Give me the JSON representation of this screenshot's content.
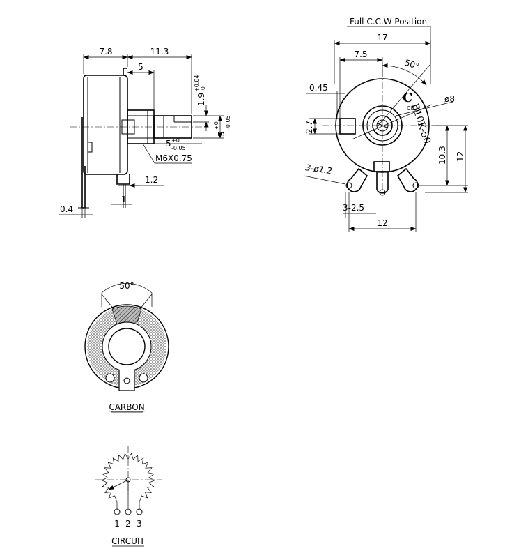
{
  "side_view": {
    "dim_body": "7.8",
    "dim_shaft": "11.3",
    "dim_step": "5",
    "dim_flat": "1.9",
    "dim_flat_upper_tol": "+0.04",
    "dim_flat_lower_tol": "-0",
    "dim_shaft_dia": "5",
    "dim_shaft_dia_upper_tol": "+0",
    "dim_shaft_dia_lower_tol": "-0.05",
    "dim_bush": "5",
    "dim_bush_upper_tol": "+0",
    "dim_bush_lower_tol": "-0.05",
    "thread": "M6X0.75",
    "dim_bracket": "1.2",
    "dim_one": "1",
    "dim_plate": "0.4"
  },
  "front_view": {
    "rotation_label": "Full C.C.W Position",
    "dim_width": "17",
    "dim_half": "7.5",
    "dim_angle": "50°",
    "dim_045": "0.45",
    "dim_dia8": "ø8",
    "dim_27": "2.7",
    "marking_brand": "C",
    "marking_text": "B10K-50",
    "marking_sub": "CE",
    "dim_103": "10.3",
    "dim_12_v": "12",
    "dim_holes": "3-ø1.2",
    "dim_pitch": "3-2.5",
    "dim_12_h": "12"
  },
  "carbon_view": {
    "angle": "50°",
    "caption": "CARBON"
  },
  "circuit_view": {
    "pin1": "1",
    "pin2": "2",
    "pin3": "3",
    "caption": "CIRCUIT"
  }
}
